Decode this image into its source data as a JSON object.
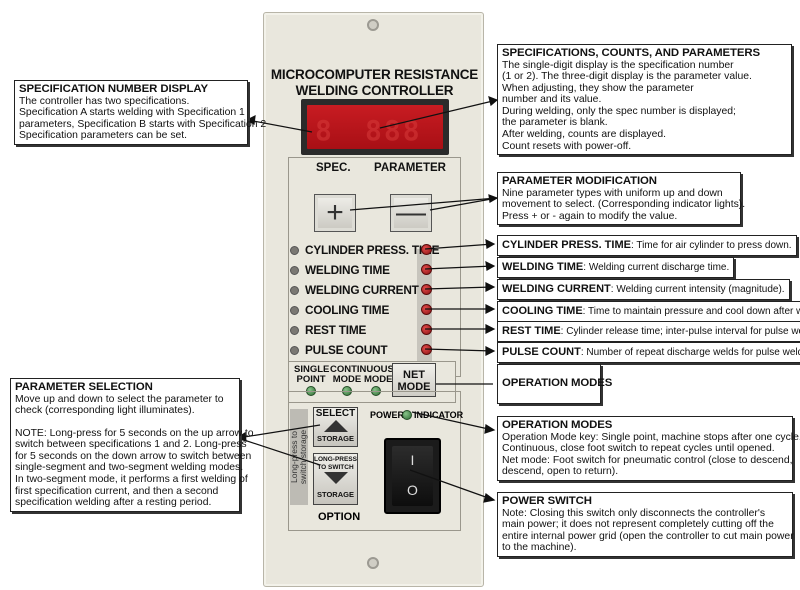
{
  "panel": {
    "title_line1": "MICROCOMPUTER RESISTANCE",
    "title_line2": "WELDING CONTROLLER",
    "display_spec_label": "SPEC.",
    "display_param_label": "PARAMETER",
    "display_digits_spec": "8",
    "display_digits_param": "888",
    "plus_symbol": "+",
    "minus_symbol": "—",
    "parameters": [
      "CYLINDER PRESS. TIME",
      "WELDING TIME",
      "WELDING CURRENT",
      "COOLING TIME",
      "REST TIME",
      "PULSE COUNT"
    ],
    "modes": {
      "single_point": "SINGLE\nPOINT",
      "continuous": "CONTINUOUS\nMODE",
      "mode": "\nMODE",
      "net_mode": "NET\nMODE"
    },
    "power_indicator": "POWER",
    "indicator_label": "INDICATOR",
    "side_label": "Long-press to switch storage",
    "select_label": "SELECT",
    "storage_label": "STORAGE",
    "long_press_label": "LONG-PRESS\nTO SWITCH",
    "storage_label_2": "STORAGE",
    "option_label": "OPTION",
    "rocker_on": "I",
    "rocker_off": "O"
  },
  "callouts": {
    "spec_number": {
      "heading": "SPECIFICATION NUMBER DISPLAY",
      "lines": [
        "The controller has two specifications.",
        "Specification A starts welding with Specification 1",
        "parameters, Specification B starts with Specification 2",
        "Specification parameters can be set."
      ]
    },
    "specs_counts": {
      "heading": "SPECIFICATIONS, COUNTS, AND PARAMETERS",
      "lines": [
        "The single-digit display is the specification number",
        "(1 or 2). The three-digit display is the parameter value.",
        "When adjusting, they show the parameter",
        "number and its value.",
        "During welding, only the spec number is displayed;",
        "the parameter is blank.",
        "After welding, counts are displayed.",
        "Count resets with power-off."
      ]
    },
    "param_mod": {
      "heading": "PARAMETER MODIFICATION",
      "lines": [
        "Nine parameter types with uniform up and down",
        "movement to select. (Corresponding indicator lights).",
        "Press + or - again to modify the value."
      ]
    },
    "param_defs": [
      {
        "term": "CYLINDER PRESS. TIME",
        "desc": ": Time for air cylinder to press down."
      },
      {
        "term": "WELDING TIME",
        "desc": ": Welding current discharge time."
      },
      {
        "term": "WELDING CURRENT",
        "desc": ": Welding current intensity (magnitude)."
      },
      {
        "term": "COOLING TIME",
        "desc": ": Time to maintain pressure and cool down after welding."
      },
      {
        "term": "REST TIME",
        "desc": ": Cylinder release time; inter-pulse interval for pulse welding."
      },
      {
        "term": "PULSE COUNT",
        "desc": ": Number of repeat discharge welds for pulse welding."
      }
    ],
    "operation_modes_short": {
      "heading": "OPERATION MODES"
    },
    "operation_modes": {
      "heading": "OPERATION MODES",
      "lines": [
        "Operation Mode key: Single point, machine stops after one cycle.",
        "Continuous, close foot switch to repeat cycles until opened.",
        "Net mode: Foot switch for pneumatic control (close to descend,",
        "descend, open to return)."
      ]
    },
    "param_selection": {
      "heading": "PARAMETER SELECTION",
      "lines": [
        "Move up and down to select the parameter to",
        "check (corresponding light illuminates).",
        "",
        "NOTE: Long-press for 5 seconds on the up arrow to",
        "switch between specifications 1 and 2. Long-press",
        "for 5 seconds on the down arrow to switch between",
        "single-segment and two-segment welding modes.",
        "In two-segment mode, it performs a first welding of",
        "first specification current, and then a second",
        "specification welding after a resting period."
      ]
    },
    "power_switch": {
      "heading": "POWER SWITCH",
      "lines": [
        "Note: Closing this switch only disconnects the controller's",
        "main power; it does not represent completely cutting off the",
        "entire internal power grid (open the controller to cut main power",
        "to the machine)."
      ]
    }
  },
  "colors": {
    "panel": "#e9e7dd",
    "display_red": "#b9151c",
    "led_red": "#8e1212",
    "led_green": "#2e6c33"
  }
}
